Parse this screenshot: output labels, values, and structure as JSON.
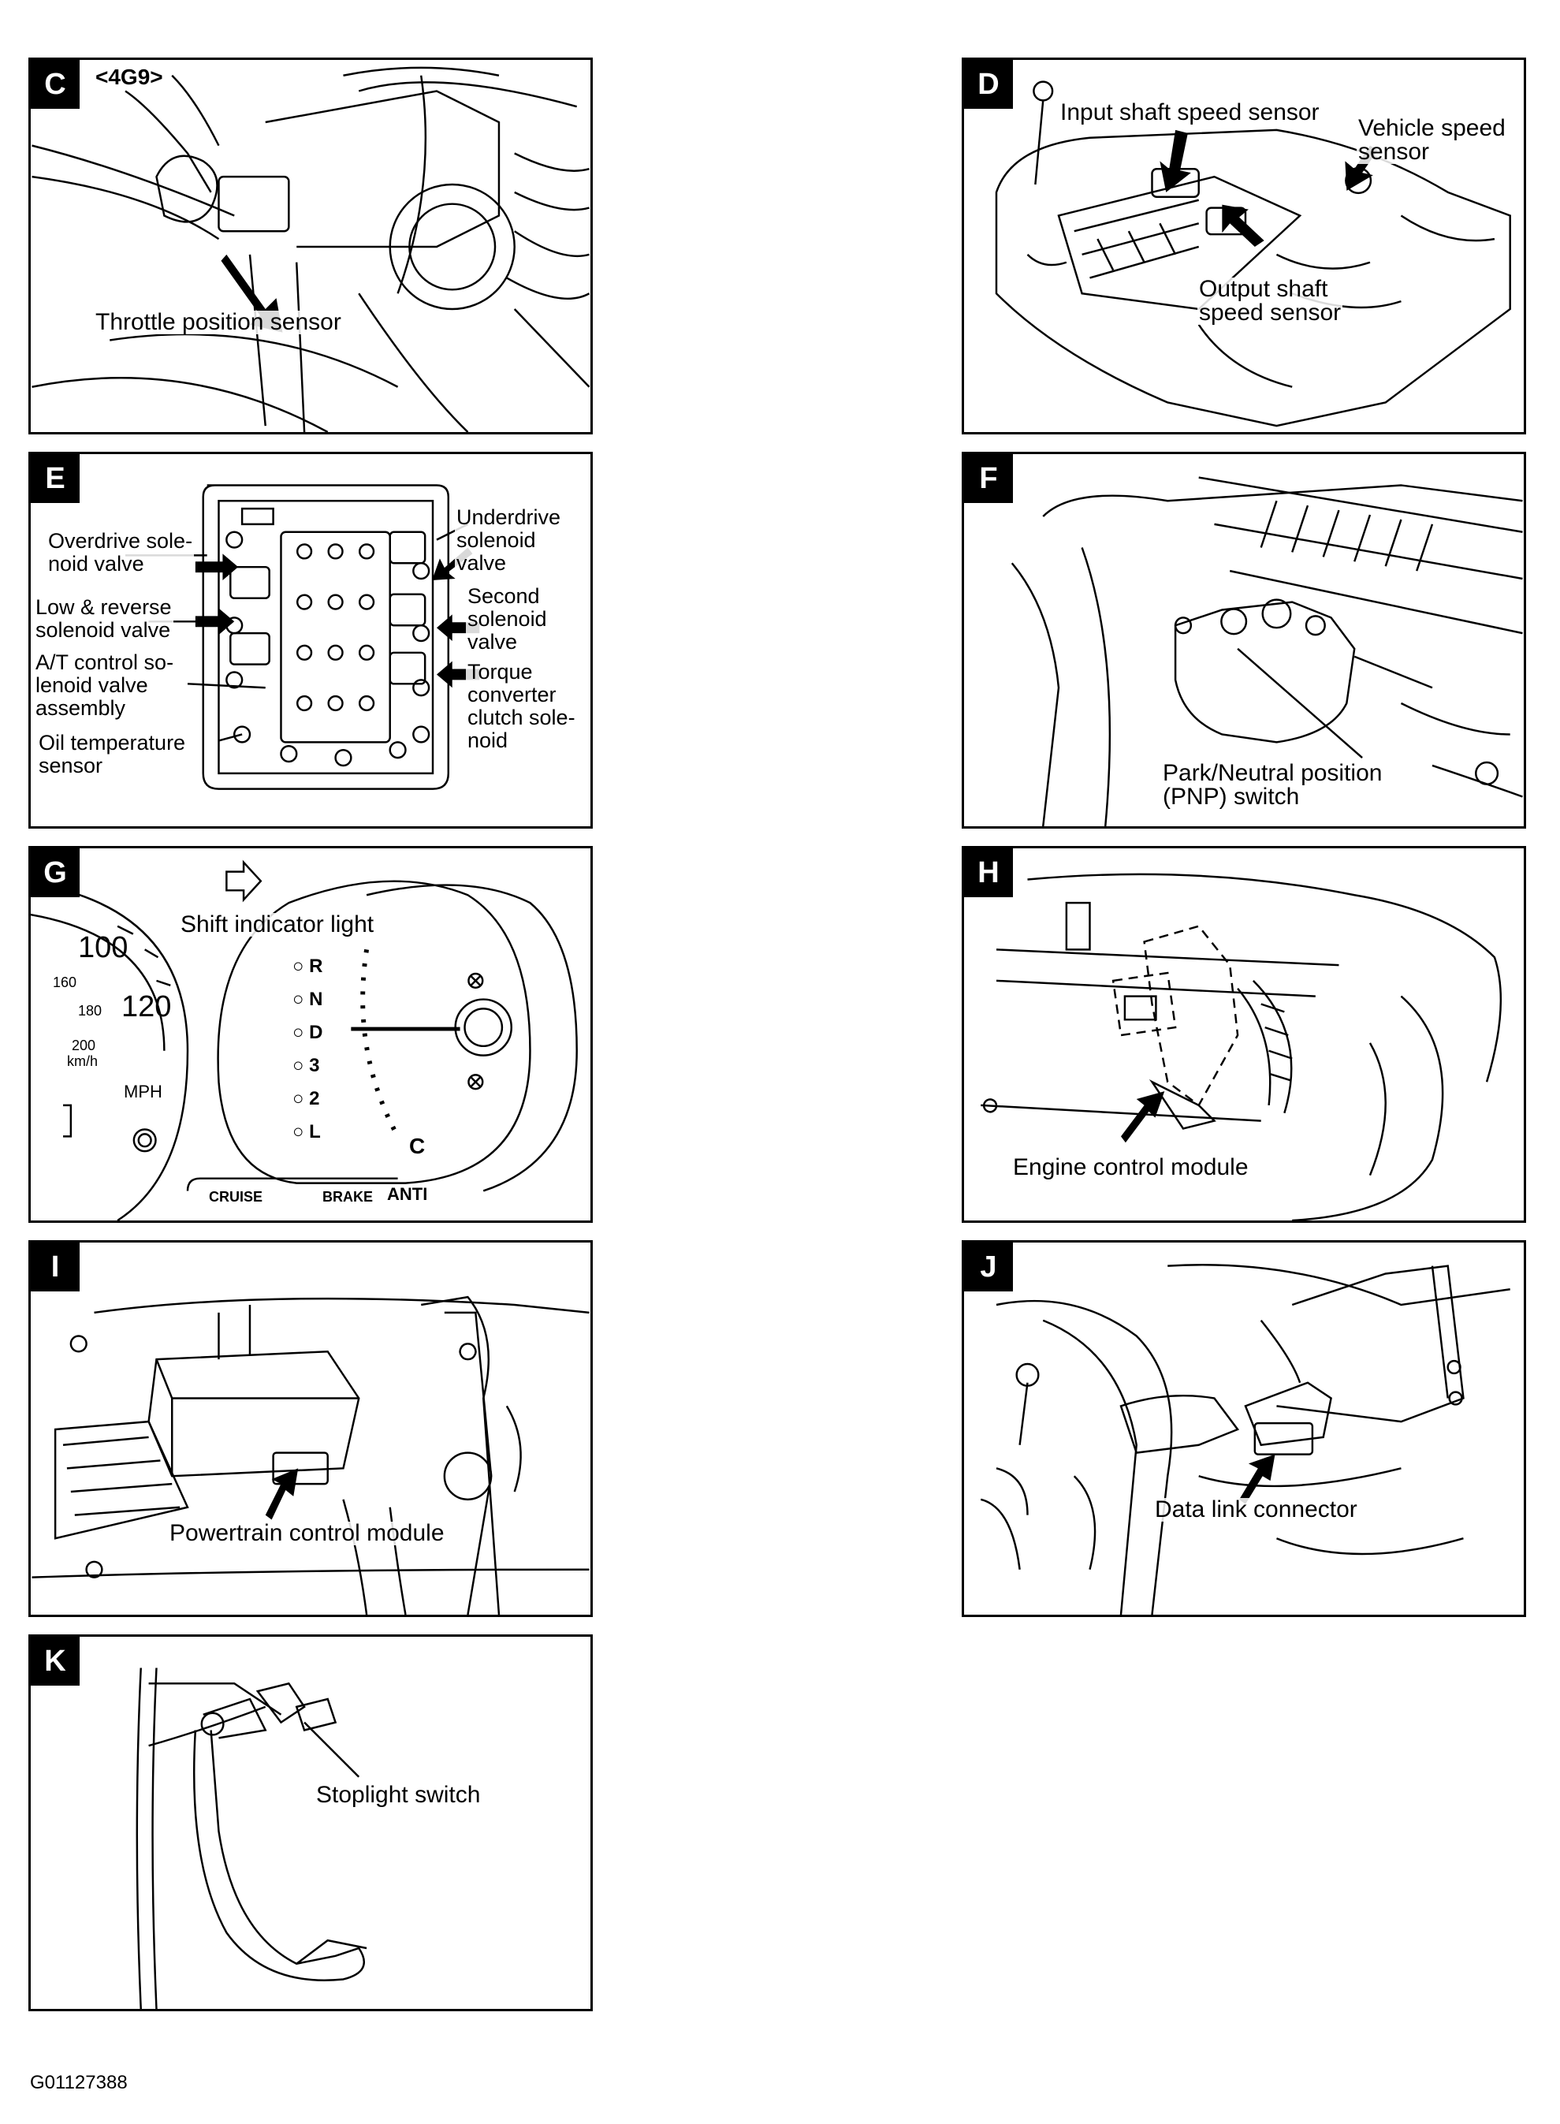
{
  "figure_id": "G01127388",
  "panels": {
    "C": {
      "letter": "C",
      "variant": "<4G9>",
      "labels": {
        "tps": "Throttle position sensor"
      }
    },
    "D": {
      "letter": "D",
      "labels": {
        "input": "Input shaft speed sensor",
        "vehicle": [
          "Vehicle speed",
          "sensor"
        ],
        "output": [
          "Output   shaft",
          "speed sensor"
        ]
      }
    },
    "E": {
      "letter": "E",
      "labels": {
        "od": [
          "Overdrive sole-",
          "noid valve"
        ],
        "lr": [
          "Low & reverse",
          "solenoid valve"
        ],
        "atc": [
          "A/T control so-",
          "lenoid    valve",
          "assembly"
        ],
        "oil": [
          "Oil temperature",
          "sensor"
        ],
        "ud": [
          "Underdrive",
          "solenoid",
          "valve"
        ],
        "second": [
          "Second",
          "solenoid",
          "valve"
        ],
        "tcc": [
          "Torque",
          "converter",
          "clutch sole-",
          "noid"
        ]
      }
    },
    "F": {
      "letter": "F",
      "labels": {
        "pnp": [
          "Park/Neutral  position",
          "(PNP) switch"
        ]
      }
    },
    "G": {
      "letter": "G",
      "labels": {
        "shift": "Shift indicator light"
      },
      "gears": [
        "R",
        "N",
        "D",
        "3",
        "2",
        "L"
      ],
      "speedo": {
        "s100": "100",
        "s120": "120",
        "s160": "160",
        "s180": "180",
        "s200": "200",
        "kmh": "km/h",
        "mph": "MPH"
      },
      "temp_c": "C",
      "warning": {
        "cruise": "CRUISE",
        "brake": "BRAKE",
        "anti": "ANTI"
      }
    },
    "H": {
      "letter": "H",
      "labels": {
        "ecm": "Engine control module"
      }
    },
    "I": {
      "letter": "I",
      "labels": {
        "pcm": "Powertrain control module"
      }
    },
    "J": {
      "letter": "J",
      "labels": {
        "dlc": "Data link connector"
      }
    },
    "K": {
      "letter": "K",
      "labels": {
        "stop": "Stoplight switch"
      }
    }
  }
}
